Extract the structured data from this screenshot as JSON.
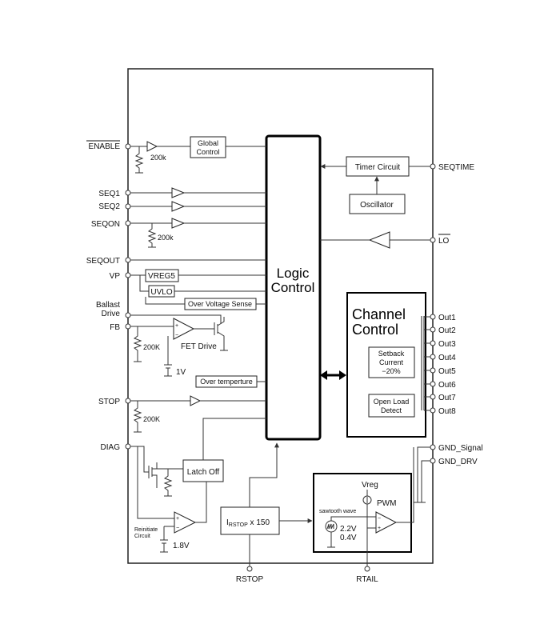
{
  "pins_left": {
    "enable": "ENABLE",
    "seq1": "SEQ1",
    "seq2": "SEQ2",
    "seqon": "SEQON",
    "seqout": "SEQOUT",
    "vp": "VP",
    "ballast_drive_1": "Ballast",
    "ballast_drive_2": "Drive",
    "fb": "FB",
    "stop": "STOP",
    "diag": "DIAG"
  },
  "pins_right": {
    "seqtime": "SEQTIME",
    "lo": "LO",
    "out1": "Out1",
    "out2": "Out2",
    "out3": "Out3",
    "out4": "Out4",
    "out5": "Out5",
    "out6": "Out6",
    "out7": "Out7",
    "out8": "Out8",
    "gnd_signal": "GND_Signal",
    "gnd_drv": "GND_DRV"
  },
  "pins_bottom": {
    "rstop": "RSTOP",
    "rtail": "RTAIL"
  },
  "blocks": {
    "global_control_1": "Global",
    "global_control_2": "Control",
    "logic_control_1": "Logic",
    "logic_control_2": "Control",
    "timer_circuit": "Timer Circuit",
    "oscillator": "Oscillator",
    "channel_control_1": "Channel",
    "channel_control_2": "Control",
    "setback_1": "Setback",
    "setback_2": "Current",
    "setback_3": "−20%",
    "open_load_1": "Open Load",
    "open_load_2": "Detect",
    "vreg5": "VREG5",
    "uvlo": "UVLO",
    "over_voltage": "Over Voltage Sense",
    "over_temp": "Over temperture",
    "latch_off": "Latch Off",
    "fet_drive": "FET Drive",
    "rstop_mult_main": "I",
    "rstop_mult_sub": "RSTOP",
    "rstop_mult_tail": " x 150",
    "pwm": "PWM",
    "vreg": "Vreg",
    "sawtooth": "sawtooth wave",
    "v22": "2.2V",
    "v04": "0.4V",
    "reinitiate_1": "Reinitiate",
    "reinitiate_2": "Circuit"
  },
  "values": {
    "r_enable": "200k",
    "r_seqon": "200k",
    "r_fb": "200K",
    "v_fb": "1V",
    "r_stop": "200K",
    "v_diag": "1.8V"
  }
}
